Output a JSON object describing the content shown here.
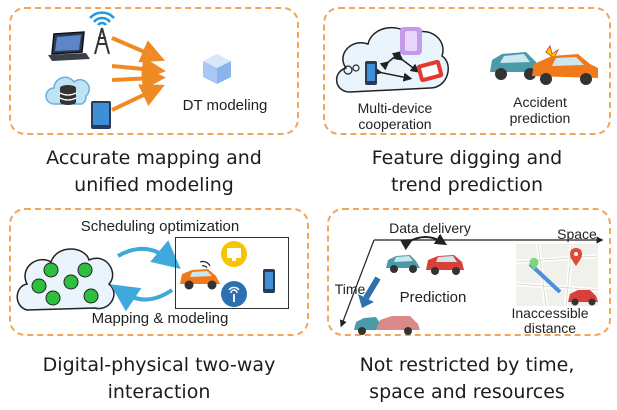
{
  "panels": {
    "top_left": {
      "caption_line1": "Accurate mapping and",
      "caption_line2": "unified modeling",
      "label": "DT modeling"
    },
    "top_right": {
      "caption_line1": "Feature digging and",
      "caption_line2": "trend prediction",
      "label_left_1": "Multi-device",
      "label_left_2": "cooperation",
      "label_right_1": "Accident",
      "label_right_2": "prediction"
    },
    "bottom_left": {
      "caption_line1": "Digital-physical two-way",
      "caption_line2": "interaction",
      "top_label": "Scheduling optimization",
      "bottom_label": "Mapping & modeling"
    },
    "bottom_right": {
      "caption_line1": "Not restricted by time,",
      "caption_line2": "space and resources",
      "data_delivery": "Data delivery",
      "space": "Space",
      "time": "Time",
      "prediction": "Prediction",
      "inaccessible_1": "Inaccessible",
      "inaccessible_2": "distance"
    }
  },
  "colors": {
    "dashed_border": "#f0a55a",
    "arrow_orange": "#f08a24",
    "arrow_blue": "#3fa9dc",
    "node_green": "#2fbf3f",
    "car_teal": "#4a9aa8",
    "car_red": "#d9403a",
    "car_orange": "#f07a1a"
  },
  "icons": [
    "laptop-icon",
    "wifi-tower-icon",
    "cloud-database-icon",
    "tablet-icon",
    "cube-icon",
    "cloud-icon",
    "phone-icon",
    "robot-icon",
    "car-icon",
    "map-icon",
    "monitor-icon",
    "router-icon"
  ]
}
